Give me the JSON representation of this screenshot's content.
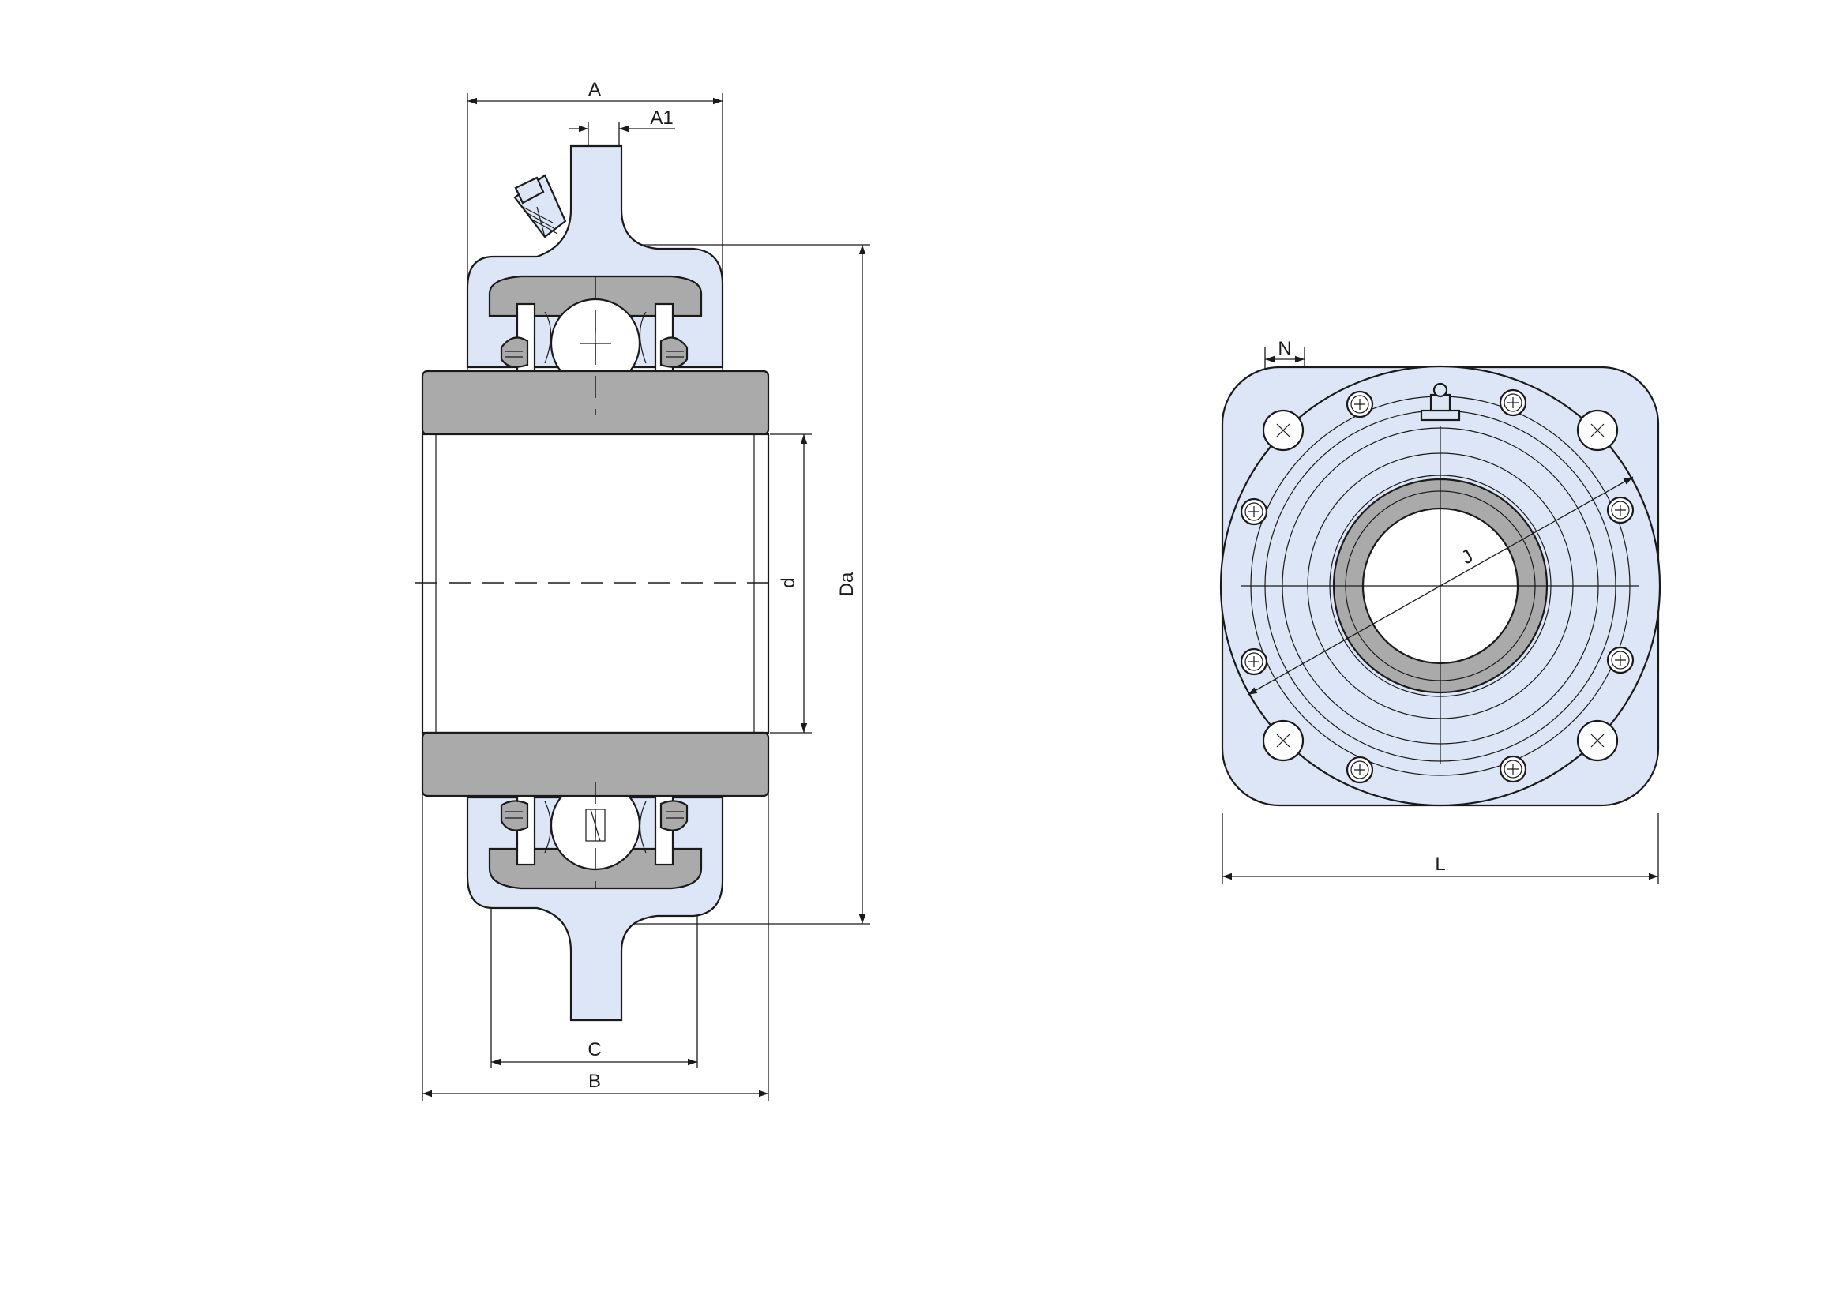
{
  "drawing": {
    "views": [
      "section-view",
      "front-view"
    ],
    "dimensions": {
      "A": "A",
      "A1": "A1",
      "B": "B",
      "C": "C",
      "d": "d",
      "Da": "Da",
      "L": "L",
      "N": "N",
      "J": "J"
    },
    "colors": {
      "housing": "#dde6f6",
      "ring": "#aaaaaa",
      "line": "#1a1a1a",
      "background": "#ffffff"
    }
  }
}
